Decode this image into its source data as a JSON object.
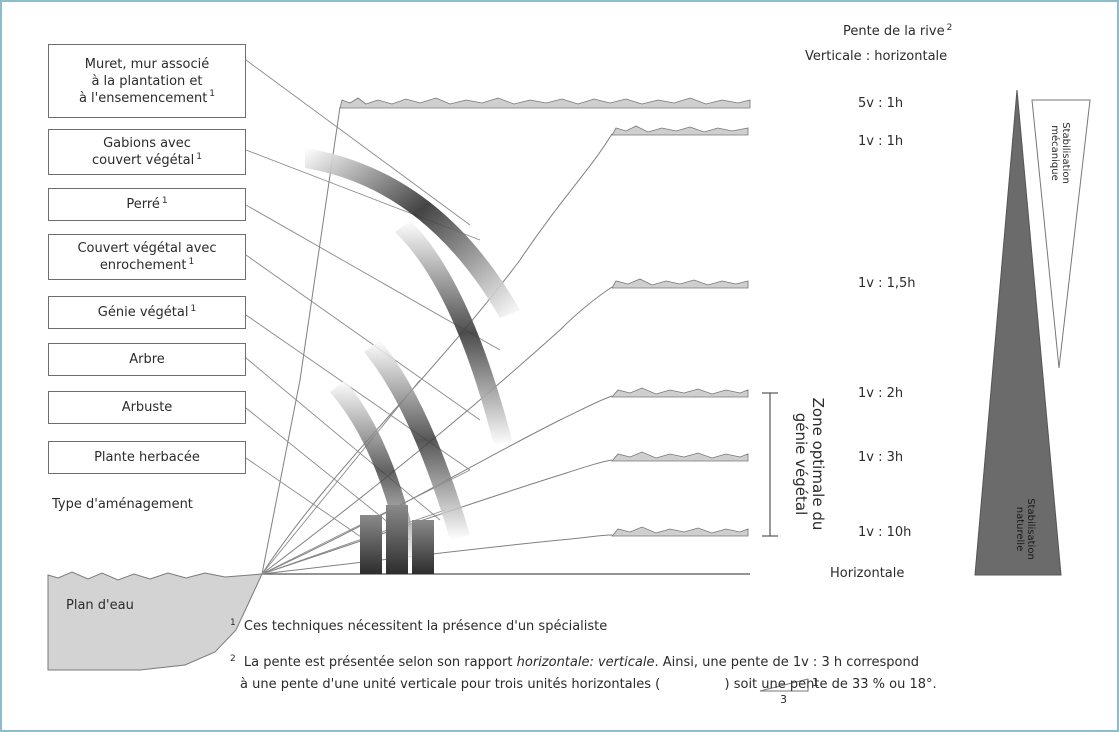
{
  "header": {
    "slope_title": "Pente de la rive",
    "slope_title_sup": "2",
    "slope_subtitle": "Verticale : horizontale"
  },
  "boxes": [
    {
      "id": "muret",
      "lines": [
        "Muret, mur associé",
        "à la plantation et",
        "à l'ensemencement"
      ],
      "sup": "1"
    },
    {
      "id": "gabions",
      "lines": [
        "Gabions avec",
        "couvert végétal"
      ],
      "sup": "1"
    },
    {
      "id": "perre",
      "lines": [
        "Perré"
      ],
      "sup": "1"
    },
    {
      "id": "couvert",
      "lines": [
        "Couvert végétal avec",
        "enrochement"
      ],
      "sup": "1"
    },
    {
      "id": "genie",
      "lines": [
        "Génie végétal"
      ],
      "sup": "1"
    },
    {
      "id": "arbre",
      "lines": [
        "Arbre"
      ],
      "sup": ""
    },
    {
      "id": "arbuste",
      "lines": [
        "Arbuste"
      ],
      "sup": ""
    },
    {
      "id": "herbacee",
      "lines": [
        "Plante herbacée"
      ],
      "sup": ""
    }
  ],
  "type_label": "Type d'aménagement",
  "water_label": "Plan d'eau",
  "ratios": [
    "5v : 1h",
    "1v : 1h",
    "1v : 1,5h",
    "1v : 2h",
    "1v : 3h",
    "1v : 10h",
    "Horizontale"
  ],
  "zone_label": [
    "Zone optimale du",
    "génie végétal"
  ],
  "stabilisation": {
    "mechanical": [
      "Stabilisation",
      "mécanique"
    ],
    "natural": [
      "Stabilisation",
      "naturelle"
    ]
  },
  "notes": {
    "note1_sup": "1",
    "note1": "Ces techniques nécessitent la présence d'un spécialiste",
    "note2_sup": "2",
    "note2_a": "La pente est présentée selon son rapport ",
    "note2_em": "horizontale: verticale",
    "note2_b": ". Ainsi, une pente de 1v : 3 h correspond",
    "note2_line2_a": "à une pente d'une unité verticale pour trois unités horizontales (",
    "note2_line2_b": ")  soit une pente de 33 % ou 18°.",
    "triangle_v": "1",
    "triangle_h": "3"
  },
  "colors": {
    "frame": "#8fbccc",
    "ground": "#cfcfcf",
    "water": "#d3d3d3",
    "triangle_dark": "#6b6b6b",
    "band_dark": "#4a4a4a"
  }
}
